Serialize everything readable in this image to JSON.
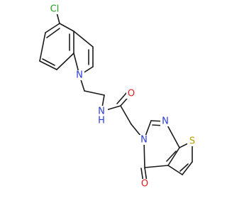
{
  "atoms": [
    {
      "id": "cl",
      "text": "Cl",
      "color": "#1fa51f"
    },
    {
      "id": "n_indole",
      "text": "N",
      "color": "#2b3bd6"
    },
    {
      "id": "n_amide_n",
      "text": "N",
      "color": "#2b3bd6"
    },
    {
      "id": "n_amide_h",
      "text": "H",
      "color": "#2b3bd6"
    },
    {
      "id": "o_amide",
      "text": "O",
      "color": "#e31d1d"
    },
    {
      "id": "n3",
      "text": "N",
      "color": "#2b3bd6"
    },
    {
      "id": "n1",
      "text": "N",
      "color": "#2b3bd6"
    },
    {
      "id": "s",
      "text": "S",
      "color": "#b9a100"
    },
    {
      "id": "o_oxo",
      "text": "O",
      "color": "#e31d1d"
    }
  ]
}
